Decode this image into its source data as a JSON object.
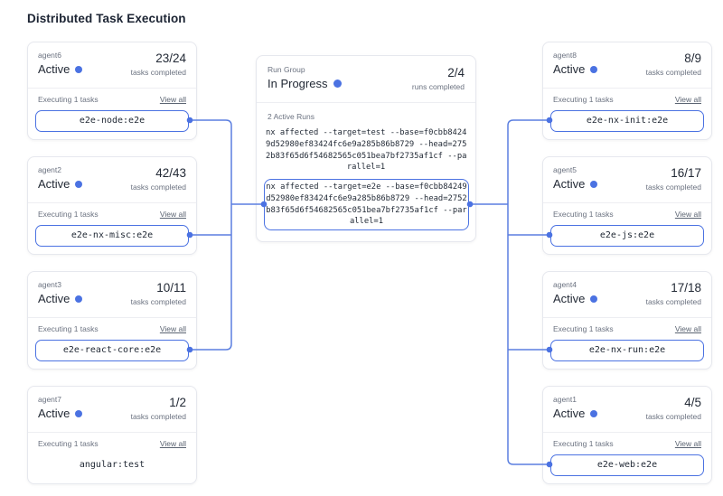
{
  "title": "Distributed Task Execution",
  "labels": {
    "active": "Active",
    "tasks_completed": "tasks completed",
    "executing": "Executing 1 tasks",
    "view_all": "View all"
  },
  "colors": {
    "accent_blue": "#4b72e2",
    "connector_blue": "#5b7fe0",
    "card_border": "#e6e8ee",
    "muted_text": "#6b7280",
    "dark_text": "#232a36"
  },
  "left_agents": [
    {
      "name": "agent6",
      "status": "Active",
      "count": "23/24",
      "task": "e2e-node:e2e"
    },
    {
      "name": "agent2",
      "status": "Active",
      "count": "42/43",
      "task": "e2e-nx-misc:e2e"
    },
    {
      "name": "agent3",
      "status": "Active",
      "count": "10/11",
      "task": "e2e-react-core:e2e"
    },
    {
      "name": "agent7",
      "status": "Active",
      "count": "1/2",
      "task": "angular:test"
    }
  ],
  "right_agents": [
    {
      "name": "agent8",
      "status": "Active",
      "count": "8/9",
      "task": "e2e-nx-init:e2e"
    },
    {
      "name": "agent5",
      "status": "Active",
      "count": "16/17",
      "task": "e2e-js:e2e"
    },
    {
      "name": "agent4",
      "status": "Active",
      "count": "17/18",
      "task": "e2e-nx-run:e2e"
    },
    {
      "name": "agent1",
      "status": "Active",
      "count": "4/5",
      "task": "e2e-web:e2e"
    }
  ],
  "run_group": {
    "label": "Run Group",
    "status": "In Progress",
    "count": "2/4",
    "runs_completed_label": "runs completed",
    "active_runs_label": "2 Active Runs",
    "run1": "nx affected --target=test --base=f0cbb8424\n9d52980ef83424fc6e9a285b86b8729 --head=275\n2b83f65d6f54682565c051bea7bf2735af1cf --pa\nrallel=1",
    "run2": "nx affected --target=e2e --base=f0cbb84249\nd52980ef83424fc6e9a285b86b8729 --head=2752\nb83f65d6f54682565c051bea7bf2735af1cf --par\nallel=1"
  }
}
